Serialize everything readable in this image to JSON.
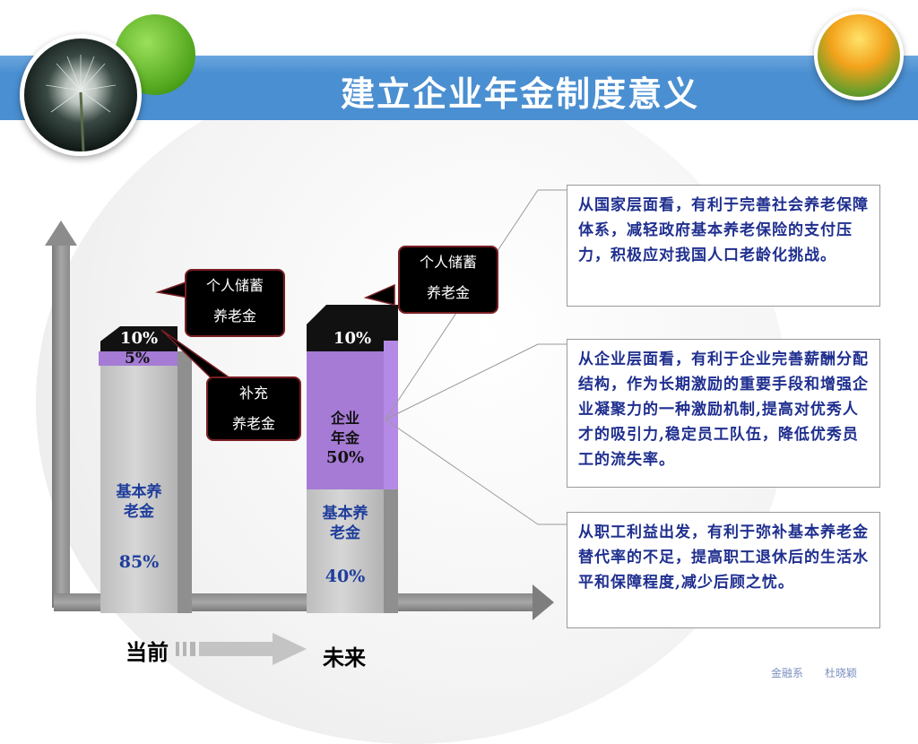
{
  "title": "建立企业年金制度意义",
  "bars": {
    "current": {
      "top_pct": "10%",
      "supp_pct": "5%",
      "basic_label_line1": "基本养",
      "basic_label_line2": "老金",
      "basic_pct": "85%"
    },
    "future": {
      "top_pct": "10%",
      "annuity_label_line1": "企业",
      "annuity_label_line2": "年金",
      "annuity_pct": "50%",
      "basic_label_line1": "基本养",
      "basic_label_line2": "老金",
      "basic_pct": "40%"
    }
  },
  "callouts": {
    "savings_left": {
      "line1": "个人储蓄",
      "line2": "养老金"
    },
    "savings_right": {
      "line1": "个人储蓄",
      "line2": "养老金"
    },
    "supplementary": {
      "line1": "补充",
      "line2": "养老金"
    }
  },
  "info_boxes": [
    {
      "text": "从国家层面看，有利于完善社会养老保障体系，减轻政府基本养老保险的支付压力，积极应对我国人口老龄化挑战。"
    },
    {
      "text": "从企业层面看，有利于企业完善薪酬分配结构，作为长期激励的重要手段和增强企业凝聚力的一种激励机制,提高对优秀人才的吸引力,稳定员工队伍，降低优秀员工的流失率。"
    },
    {
      "text": "从职工利益出发，有利于弥补基本养老金替代率的不足，提高职工退休后的生活水平和保障程度,减少后顾之忧。"
    }
  ],
  "axis": {
    "left_label": "当前",
    "right_label": "未来"
  },
  "footer": {
    "dept": "金融系",
    "author": "杜晓颖"
  },
  "colors": {
    "header": "#4a8fd1",
    "annuity": "#a57bd6",
    "text_blue": "#1f3d9b"
  },
  "icons": [
    "dandelion-photo",
    "green-circle",
    "flower-photo",
    "arrow-right-icon"
  ]
}
